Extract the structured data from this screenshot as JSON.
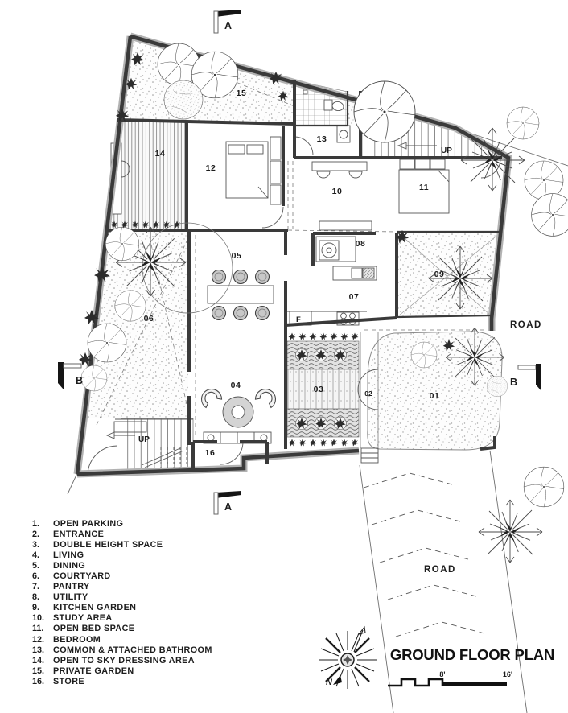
{
  "drawing": {
    "title": "GROUND FLOOR PLAN",
    "scale_bar": {
      "mid_label": "8'",
      "end_label": "16'"
    },
    "north_label": "N",
    "road_labels": {
      "right": "ROAD",
      "bottom": "ROAD"
    },
    "section_markers": {
      "a": "A",
      "b": "B"
    },
    "stair_labels": {
      "main": "UP",
      "entry": "UP"
    },
    "appliance_labels": {
      "fridge": "F"
    },
    "room_numbers": [
      "01",
      "02",
      "03",
      "04",
      "05",
      "06",
      "07",
      "08",
      "09",
      "10",
      "11",
      "12",
      "13",
      "14",
      "15",
      "16"
    ],
    "colors": {
      "wall": "#3a3a3a",
      "paper": "#ffffff"
    }
  },
  "legend": {
    "items": [
      {
        "num": "1.",
        "label": "OPEN PARKING"
      },
      {
        "num": "2.",
        "label": "ENTRANCE"
      },
      {
        "num": "3.",
        "label": "DOUBLE HEIGHT SPACE"
      },
      {
        "num": "4.",
        "label": "LIVING"
      },
      {
        "num": "5.",
        "label": "DINING"
      },
      {
        "num": "6.",
        "label": "COURTYARD"
      },
      {
        "num": "7.",
        "label": "PANTRY"
      },
      {
        "num": "8.",
        "label": "UTILITY"
      },
      {
        "num": "9.",
        "label": "KITCHEN GARDEN"
      },
      {
        "num": "10.",
        "label": "STUDY AREA"
      },
      {
        "num": "11.",
        "label": "OPEN BED SPACE"
      },
      {
        "num": "12.",
        "label": "BEDROOM"
      },
      {
        "num": "13.",
        "label": "COMMON & ATTACHED BATHROOM"
      },
      {
        "num": "14.",
        "label": "OPEN TO SKY DRESSING AREA"
      },
      {
        "num": "15.",
        "label": "PRIVATE GARDEN"
      },
      {
        "num": "16.",
        "label": "STORE"
      }
    ]
  }
}
